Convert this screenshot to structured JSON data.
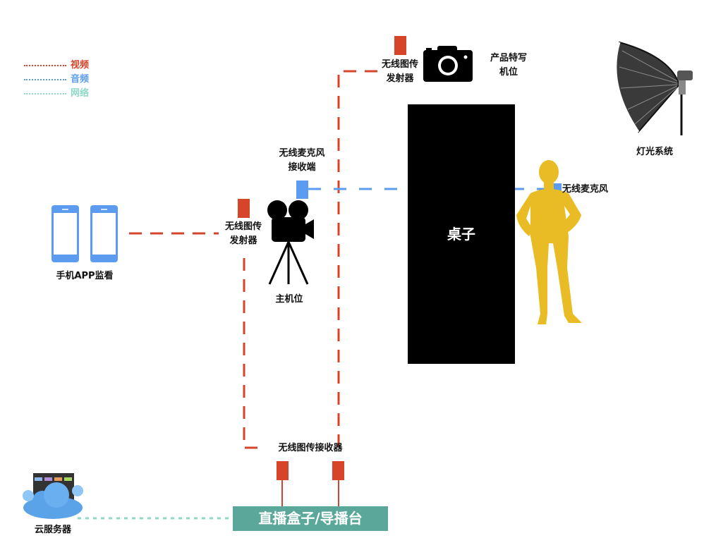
{
  "legend": {
    "video": {
      "label": "视频",
      "color": "#d6442a"
    },
    "audio": {
      "label": "音频",
      "color": "#5b9cf0"
    },
    "network": {
      "label": "网络",
      "color": "#8ed8c6"
    }
  },
  "labels": {
    "tx_top": "无线图传\n发射器",
    "product_cam": "产品特写\n机位",
    "light": "灯光系统",
    "mic_rx": "无线麦克风\n接收端",
    "mic": "无线麦克风",
    "phone": "手机APP监看",
    "tx_main": "无线图传\n发射器",
    "main_cam": "主机位",
    "table": "桌子",
    "rx": "无线图传接收器",
    "stream_box": "直播盒子/导播台",
    "cloud": "云服务器"
  },
  "colors": {
    "video": "#d6442a",
    "audio": "#5b9cf0",
    "network": "#8ed8c6",
    "person": "#e9bb24",
    "box": "#5ba89a"
  },
  "icons": [
    "camera-icon",
    "video-camera-icon",
    "phone-icon",
    "softbox-light-icon",
    "cloud-server-icon",
    "person-silhouette"
  ]
}
